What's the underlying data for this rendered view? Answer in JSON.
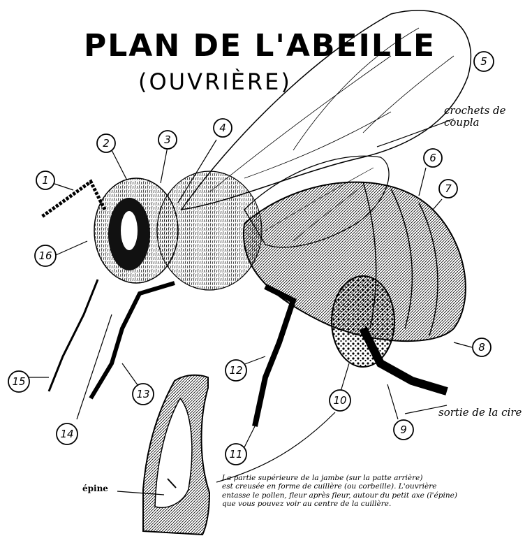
{
  "title": {
    "line1": "PLAN DE L'ABEILLE",
    "line2": "(OUVRIÈRE)"
  },
  "labels": {
    "crochets": "crochets de coupla",
    "sortie": "sortie de la cire",
    "epine": "épine"
  },
  "note_lines": [
    "La partie supérieure de la jambe (sur la patte arrière)",
    "est creusée en forme de cuillère (ou corbeille). L'ouvrière",
    "entasse le pollen, fleur après fleur, autour du petit axe (l'épine)",
    "que vous pouvez voir au centre de la cuillère."
  ],
  "callouts": [
    "1",
    "2",
    "3",
    "4",
    "5",
    "6",
    "7",
    "8",
    "9",
    "10",
    "11",
    "12",
    "13",
    "14",
    "15",
    "16"
  ]
}
